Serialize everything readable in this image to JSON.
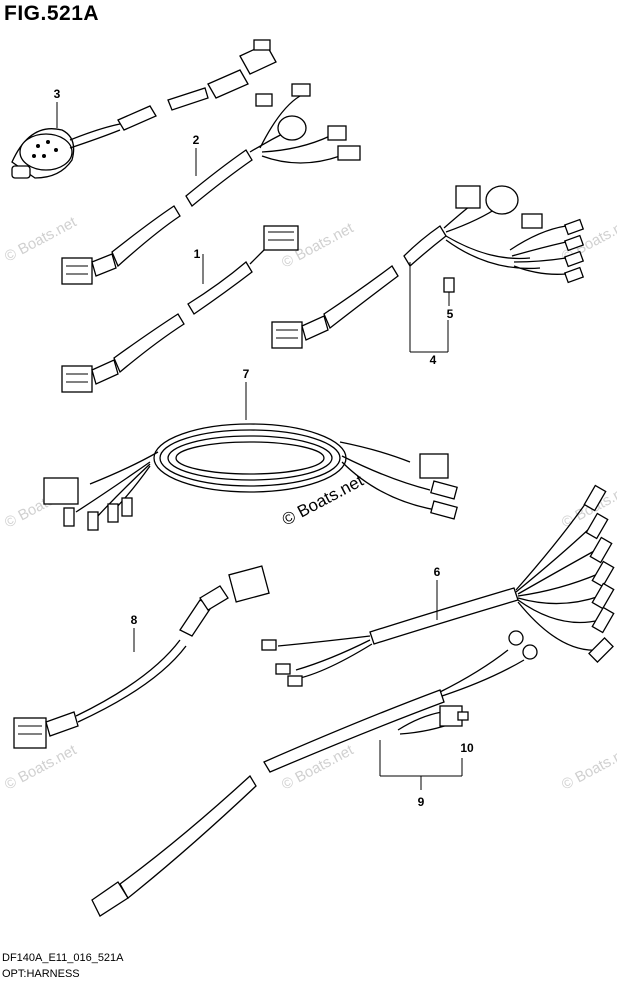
{
  "figure": {
    "title": "FIG.521A",
    "model_code": "DF140A_E11_016_521A",
    "section": "OPT:HARNESS"
  },
  "callouts": [
    "1",
    "2",
    "3",
    "4",
    "5",
    "6",
    "7",
    "8",
    "9",
    "10"
  ],
  "watermarks": {
    "small": "© Boats.net",
    "center": "© Boats.net"
  }
}
